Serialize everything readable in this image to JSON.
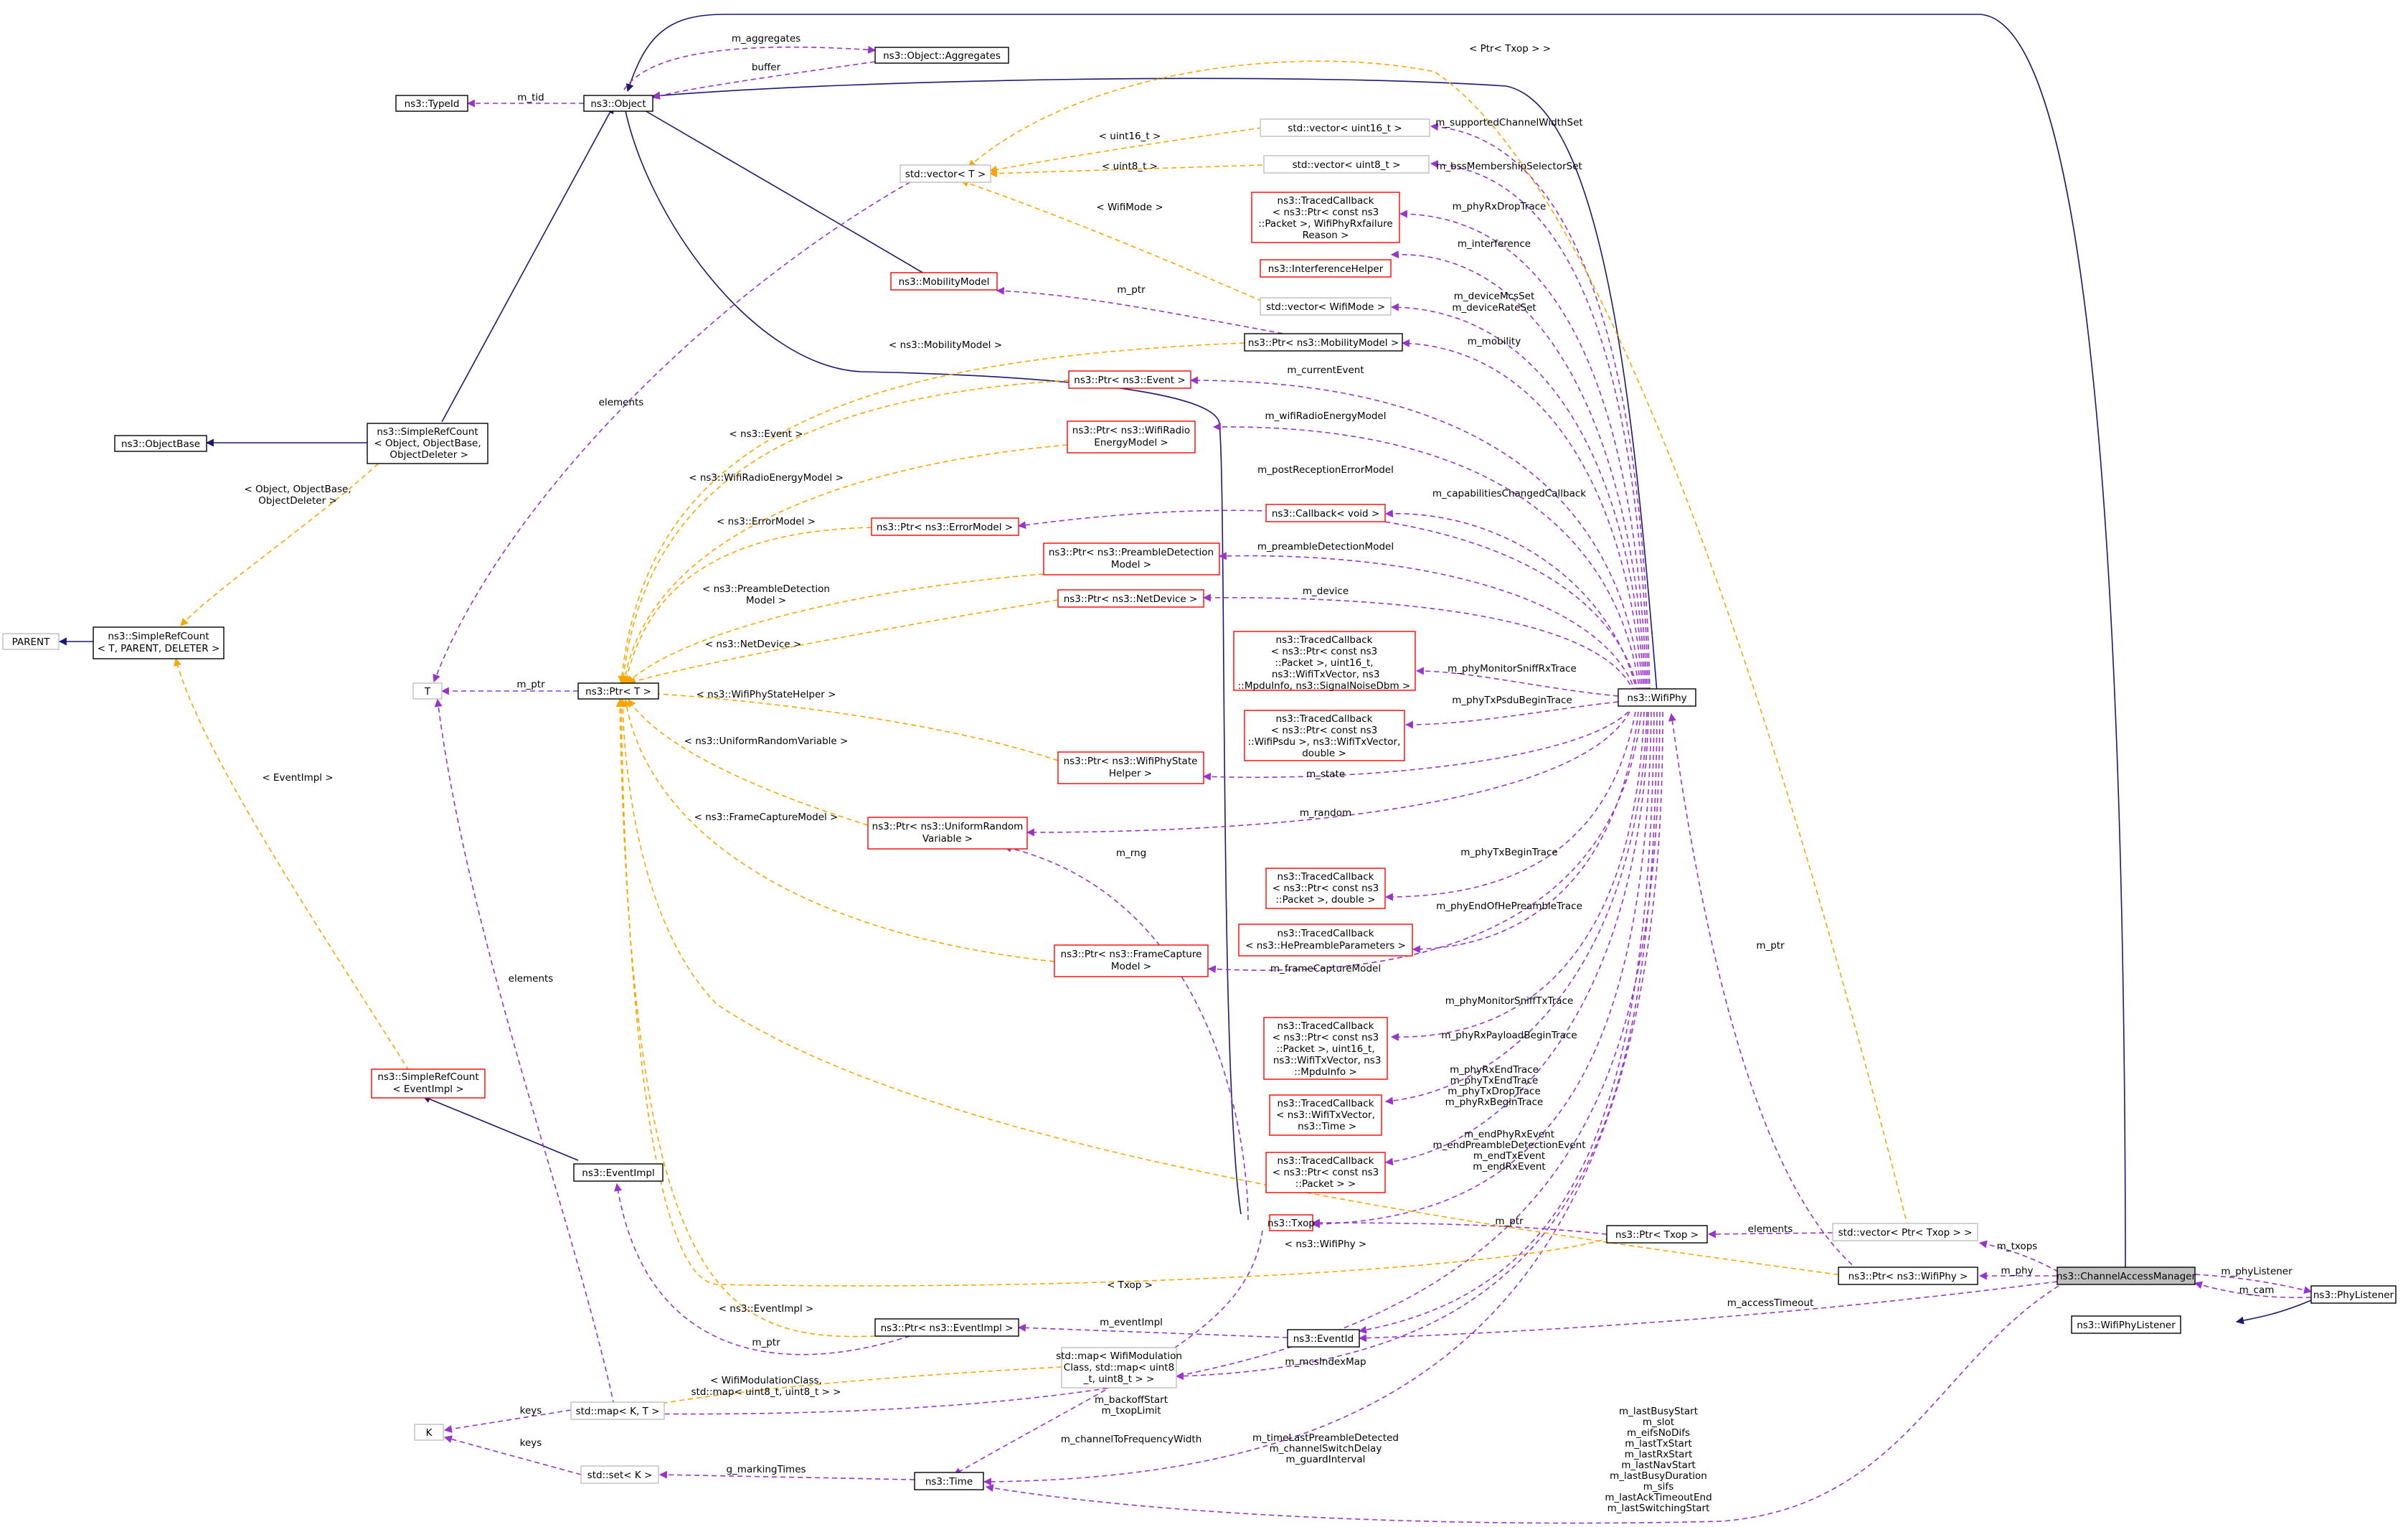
{
  "colors": {
    "node_border": "#000000",
    "node_border_incomplete": "#ff0000",
    "node_border_external": "#bfbfbf",
    "node_fill": "#ffffff",
    "highlight_fill": "#bfbfbf",
    "edge_inherit": "#191970",
    "edge_usage": "#9a32cd",
    "edge_template": "#ffa500"
  },
  "nodes": {
    "object": "ns3::Object",
    "aggregates": "ns3::Object::Aggregates",
    "typeid": "ns3::TypeId",
    "vec_uint16": "std::vector< uint16_t >",
    "vec_uint8": "std::vector< uint8_t >",
    "vec_T": "std::vector< T >",
    "traced_rxdrop": [
      "ns3::TracedCallback",
      "< ns3::Ptr< const ns3",
      "::Packet >, WifiPhyRxfailure",
      "Reason >"
    ],
    "interference": "ns3::InterferenceHelper",
    "vec_wifimode": "std::vector< WifiMode >",
    "mobilitymodel": "ns3::MobilityModel",
    "ptr_mobility": "ns3::Ptr< ns3::MobilityModel >",
    "ptr_event": "ns3::Ptr< ns3::Event >",
    "ptr_radio": [
      "ns3::Ptr< ns3::WifiRadio",
      "EnergyModel >"
    ],
    "ptr_error": "ns3::Ptr< ns3::ErrorModel >",
    "callback_void": "ns3::Callback< void >",
    "ptr_preamble": [
      "ns3::Ptr< ns3::PreambleDetection",
      "Model >"
    ],
    "ptr_netdevice": "ns3::Ptr< ns3::NetDevice >",
    "traced_sniffrx": [
      "ns3::TracedCallback",
      "< ns3::Ptr< const ns3",
      "::Packet >, uint16_t,",
      " ns3::WifiTxVector, ns3",
      "::MpduInfo, ns3::SignalNoiseDbm >"
    ],
    "traced_psdu": [
      "ns3::TracedCallback",
      "< ns3::Ptr< const ns3",
      "::WifiPsdu >, ns3::WifiTxVector,",
      "double >"
    ],
    "ptr_physstate": [
      "ns3::Ptr< ns3::WifiPhyState",
      "Helper >"
    ],
    "ptr_urv": [
      "ns3::Ptr< ns3::UniformRandom",
      "Variable >"
    ],
    "traced_txbegin": [
      "ns3::TracedCallback",
      "< ns3::Ptr< const ns3",
      "::Packet >, double >"
    ],
    "traced_hepreamble": [
      "ns3::TracedCallback",
      "< ns3::HePreambleParameters >"
    ],
    "ptr_framecapture": [
      "ns3::Ptr< ns3::FrameCapture",
      "Model >"
    ],
    "traced_snifftx": [
      "ns3::TracedCallback",
      "< ns3::Ptr< const ns3",
      "::Packet >, uint16_t,",
      " ns3::WifiTxVector, ns3",
      "::MpduInfo >"
    ],
    "traced_txvector": [
      "ns3::TracedCallback",
      "< ns3::WifiTxVector,",
      " ns3::Time >"
    ],
    "traced_packet": [
      "ns3::TracedCallback",
      "< ns3::Ptr< const ns3",
      "::Packet > >"
    ],
    "wifiphy": "ns3::WifiPhy",
    "simplerefcount_obj": [
      "ns3::SimpleRefCount",
      "< Object, ObjectBase,",
      " ObjectDeleter >"
    ],
    "objectbase": "ns3::ObjectBase",
    "parent": "PARENT",
    "simplerefcount_t": [
      "ns3::SimpleRefCount",
      "< T, PARENT, DELETER >"
    ],
    "T": "T",
    "ptr_T": "ns3::Ptr< T >",
    "simplerefcount_ev": [
      "ns3::SimpleRefCount",
      "< EventImpl >"
    ],
    "eventimpl": "ns3::EventImpl",
    "txop": "ns3::Txop",
    "ptr_txop": "ns3::Ptr< Txop >",
    "vec_ptr_txop": "std::vector< Ptr< Txop > >",
    "ptr_wifiphy": "ns3::Ptr< ns3::WifiPhy >",
    "cam": "ns3::ChannelAccessManager",
    "phylistener": "ns3::PhyListener",
    "wifiphylistener": "ns3::WifiPhyListener",
    "ptr_eventimpl": "ns3::Ptr< ns3::EventImpl >",
    "eventid": "ns3::EventId",
    "map_modclass": [
      "std::map< WifiModulation",
      "Class, std::map< uint8",
      "_t, uint8_t > >"
    ],
    "map_KT": "std::map< K, T >",
    "K": "K",
    "set_K": "std::set< K >",
    "time": "ns3::Time"
  },
  "edge_labels": {
    "m_aggregates": "m_aggregates",
    "buffer": "buffer",
    "m_tid": "m_tid",
    "ptr_txop_tpl": "< Ptr< Txop > >",
    "uint16_tpl": "< uint16_t >",
    "uint8_tpl": "< uint8_t >",
    "wifimode_tpl": "< WifiMode >",
    "m_supportedChannelWidthSet": "m_supportedChannelWidthSet",
    "m_bssMembershipSelectorSet": "m_bssMembershipSelectorSet",
    "m_phyRxDropTrace": "m_phyRxDropTrace",
    "m_interference": "m_interference",
    "m_deviceMcsSet": [
      "m_deviceMcsSet",
      "m_deviceRateSet"
    ],
    "m_ptr_mobility": "m_ptr",
    "m_mobility": "m_mobility",
    "mobility_tpl": "< ns3::MobilityModel >",
    "m_currentEvent": "m_currentEvent",
    "event_tpl": "< ns3::Event >",
    "m_wifiRadioEnergyModel": "m_wifiRadioEnergyModel",
    "radio_tpl": "< ns3::WifiRadioEnergyModel >",
    "m_postReceptionErrorModel": "m_postReceptionErrorModel",
    "error_tpl": "< ns3::ErrorModel >",
    "m_capabilitiesChangedCallback": "m_capabilitiesChangedCallback",
    "m_preambleDetectionModel": "m_preambleDetectionModel",
    "preamble_tpl": [
      "< ns3::PreambleDetection",
      "Model >"
    ],
    "m_device": "m_device",
    "netdevice_tpl": "< ns3::NetDevice >",
    "m_phyMonitorSniffRxTrace": "m_phyMonitorSniffRxTrace",
    "m_phyTxPsduBeginTrace": "m_phyTxPsduBeginTrace",
    "physstate_tpl": "< ns3::WifiPhyStateHelper >",
    "m_state": "m_state",
    "urv_tpl": "< ns3::UniformRandomVariable >",
    "m_random": "m_random",
    "m_rng": "m_rng",
    "framecapture_tpl": "< ns3::FrameCaptureModel >",
    "m_phyTxBeginTrace": "m_phyTxBeginTrace",
    "m_phyEndOfHePreambleTrace": "m_phyEndOfHePreambleTrace",
    "m_frameCaptureModel": "m_frameCaptureModel",
    "m_phyMonitorSniffTxTrace": "m_phyMonitorSniffTxTrace",
    "m_phyRxPayloadBeginTrace": "m_phyRxPayloadBeginTrace",
    "m_phyRxEndTrace": [
      "m_phyRxEndTrace",
      "m_phyTxEndTrace",
      "m_phyTxDropTrace",
      "m_phyRxBeginTrace"
    ],
    "m_endPhyRxEvent": [
      "m_endPhyRxEvent",
      "m_endPreambleDetectionEvent",
      "m_endTxEvent",
      "m_endRxEvent"
    ],
    "m_ptr_wifiphy": "m_ptr",
    "elements_vecT": "elements",
    "objdeleter_tpl": [
      "< Object, ObjectBase,",
      "ObjectDeleter >"
    ],
    "eventimpl_tpl_sr": "< EventImpl >",
    "m_ptr_T": "m_ptr",
    "elements_map": "elements",
    "m_ptr_txop": "m_ptr",
    "elements_vecptr": "elements",
    "m_txops": "m_txops",
    "wifiphy_tpl": "< ns3::WifiPhy >",
    "m_phy": "m_phy",
    "txop_tpl": "< Txop >",
    "m_phyListener": "m_phyListener",
    "m_cam": "m_cam",
    "m_accessTimeout": "m_accessTimeout",
    "eventimpl_tpl": "< ns3::EventImpl >",
    "m_eventImpl": "m_eventImpl",
    "m_ptr_eventimpl": "m_ptr",
    "m_mcsIndexMap": "m_mcsIndexMap",
    "map_tpl": [
      "< WifiModulationClass,",
      "std::map< uint8_t, uint8_t > >"
    ],
    "keys_map": "keys",
    "keys_set": "keys",
    "m_backoffStart": [
      "m_backoffStart",
      "m_txopLimit"
    ],
    "m_channelToFrequencyWidth": "m_channelToFrequencyWidth",
    "g_markingTimes": "g_markingTimes",
    "m_timeLastPreamble": [
      "m_timeLastPreambleDetected",
      "m_channelSwitchDelay",
      "m_guardInterval"
    ],
    "m_lastBusyStart": [
      "m_lastBusyStart",
      "m_slot",
      "m_eifsNoDifs",
      "m_lastTxStart",
      "m_lastRxStart",
      "m_lastNavStart",
      "m_lastBusyDuration",
      "m_sifs",
      "m_lastAckTimeoutEnd",
      "m_lastSwitchingStart"
    ]
  }
}
